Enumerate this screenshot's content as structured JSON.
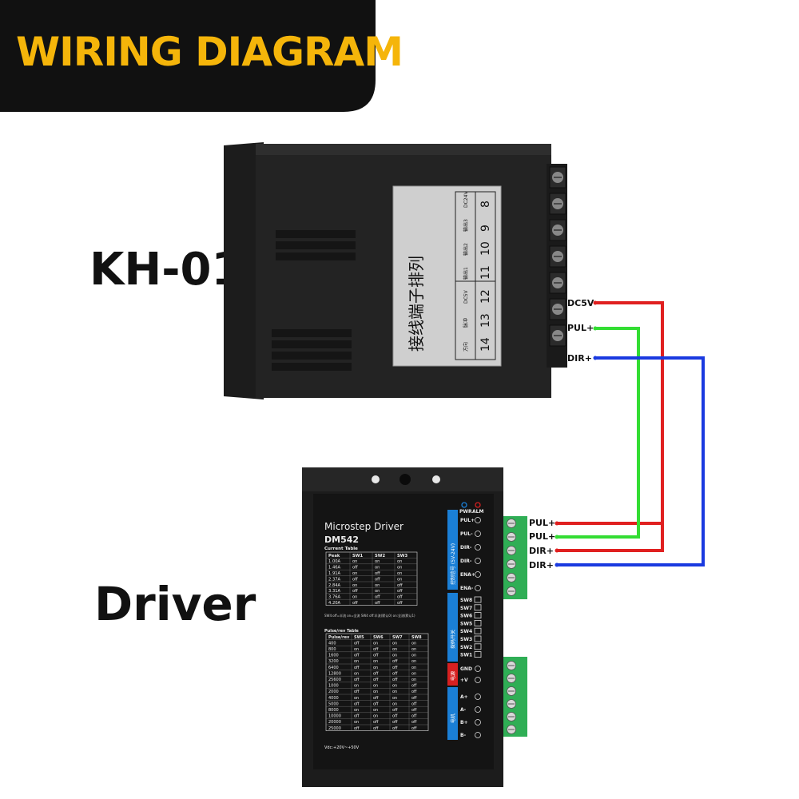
{
  "header": {
    "title": "WIRING DIAGRAM"
  },
  "controller": {
    "label": "KH-01",
    "panel_title": "接线端子排列",
    "term_rows": [
      [
        "14",
        "13",
        "12",
        "11",
        "10",
        "9",
        "8"
      ],
      [
        "方向",
        "脉冲",
        "DC5V",
        "输出1",
        "输出2",
        "输出3",
        "DC24V"
      ]
    ],
    "pins": [
      "DC5V",
      "PUL+",
      "DIR+"
    ]
  },
  "driver": {
    "label": "Driver",
    "title": "Microstep Driver",
    "model": "DM542",
    "indicators": [
      "PWR",
      "ALM"
    ],
    "side_labels": {
      "signal": "控制信号 (5V-24V)",
      "switch": "拨码开关",
      "power": "电源",
      "motor": "电机"
    },
    "signal_terms": [
      "PUL+",
      "PUL-",
      "DIR-",
      "DIR-",
      "ENA+",
      "ENA-"
    ],
    "switch_terms": [
      "SW8",
      "SW7",
      "SW6",
      "SW5",
      "SW4",
      "SW3",
      "SW2",
      "SW1"
    ],
    "power_terms": [
      "GND",
      "+V"
    ],
    "motor_terms": [
      "A+",
      "A-",
      "B+",
      "B-"
    ],
    "wire_labels": [
      "PUL+",
      "PUL+",
      "DIR+",
      "DIR+"
    ],
    "current_table": {
      "title": "Current Table",
      "headers": [
        "Peak",
        "SW1",
        "SW2",
        "SW3"
      ],
      "rows": [
        [
          "1.00A",
          "on",
          "on",
          "on"
        ],
        [
          "1.46A",
          "off",
          "on",
          "on"
        ],
        [
          "1.91A",
          "on",
          "off",
          "on"
        ],
        [
          "2.37A",
          "off",
          "off",
          "on"
        ],
        [
          "2.84A",
          "on",
          "on",
          "off"
        ],
        [
          "3.31A",
          "off",
          "on",
          "off"
        ],
        [
          "3.76A",
          "on",
          "off",
          "off"
        ],
        [
          "4.20A",
          "off",
          "off",
          "off"
        ]
      ],
      "note": "SW4:off=半流 on=全流 SW4 off:半流(默认0) on:全流(默认1)"
    },
    "pulse_table": {
      "title": "Pulse/rev Table",
      "headers": [
        "Pulse/rev",
        "SW5",
        "SW6",
        "SW7",
        "SW8"
      ],
      "rows": [
        [
          "400",
          "off",
          "on",
          "on",
          "on"
        ],
        [
          "800",
          "on",
          "off",
          "on",
          "on"
        ],
        [
          "1600",
          "off",
          "off",
          "on",
          "on"
        ],
        [
          "3200",
          "on",
          "on",
          "off",
          "on"
        ],
        [
          "6400",
          "off",
          "on",
          "off",
          "on"
        ],
        [
          "12800",
          "on",
          "off",
          "off",
          "on"
        ],
        [
          "25600",
          "off",
          "off",
          "off",
          "on"
        ],
        [
          "1000",
          "on",
          "on",
          "on",
          "off"
        ],
        [
          "2000",
          "off",
          "on",
          "on",
          "off"
        ],
        [
          "4000",
          "on",
          "off",
          "on",
          "off"
        ],
        [
          "5000",
          "off",
          "off",
          "on",
          "off"
        ],
        [
          "8000",
          "on",
          "on",
          "off",
          "off"
        ],
        [
          "10000",
          "off",
          "on",
          "off",
          "off"
        ],
        [
          "20000",
          "on",
          "off",
          "off",
          "off"
        ],
        [
          "25000",
          "off",
          "off",
          "off",
          "off"
        ]
      ]
    },
    "vdc_note": "Vdc:+20V~+50V"
  },
  "colors": {
    "header_bg": "#111111",
    "header_text": "#f5b50a",
    "wire_red": "#e02020",
    "wire_green": "#33dd33",
    "wire_blue": "#1a3ae0"
  }
}
